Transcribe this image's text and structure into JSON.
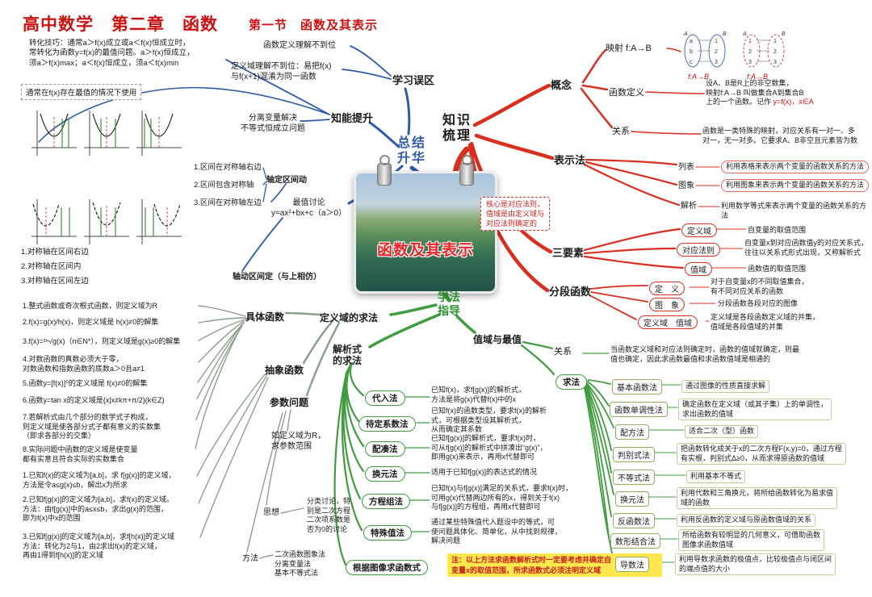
{
  "title": {
    "main": "高中数学　第二章　函数",
    "sub": "第一节　函数及其表示"
  },
  "colors": {
    "red_branch": "#d92f1f",
    "blue_branch": "#2e5ca6",
    "green_branch": "#3f9c3f",
    "note_bg": "#ffe84d",
    "title_color": "#cc1111"
  },
  "center": {
    "label": "函数及其表示"
  },
  "knowledge": {
    "label": "知识\n梳理",
    "concept": {
      "label": "概念",
      "mapping": {
        "label": "映射 f:A→B",
        "setA": "A",
        "setB": "B",
        "left_elems": [
          "a",
          "b",
          "c"
        ],
        "right_elems": [
          "1",
          "2",
          "3"
        ],
        "caption1": "f:A→B",
        "caption2": "f:A→B"
      },
      "definition": {
        "label": "函数定义",
        "text": "设A、B是R上的非空数集，\n映射f:A→B 叫做集合A到集合B\n上的一个函数。记作 ",
        "formula": "y=f(x)，x∈A"
      },
      "relation": {
        "label": "关系",
        "text": "函数是一类特殊的映射，对应关系有一对一、多\n对一，无一对多。它要求A、B非空且元素皆为数"
      }
    },
    "representation": {
      "label": "表示法",
      "items": [
        {
          "label": "列表",
          "text": "利用表格来表示两个变量的函数关系的方法"
        },
        {
          "label": "图象",
          "text": "利用图象来表示两个变量的函数关系的方法"
        },
        {
          "label": "解析",
          "text": "利用数学等式来表示两个变量的函数关系的方法"
        }
      ]
    },
    "core_note": "核心是对应法则，\n值域是由定义域与\n对应法则确定的",
    "three_elements": {
      "label": "三要素",
      "items": [
        {
          "label": "定义域",
          "text": "自变量的取值范围"
        },
        {
          "label": "对应法则",
          "text": "自变量x到对应函数值y的对应关系式，\n往往以关系式形式出现，又称解析式"
        },
        {
          "label": "值域",
          "text": "函数值的取值范围"
        }
      ]
    },
    "piecewise": {
      "label": "分段函数",
      "items": [
        {
          "label": "定　义",
          "text": "对于自变量x的不同取值集合，\n有不同对应关系的函数"
        },
        {
          "label": "图　象",
          "text": "分段函数各段对应的图像"
        },
        {
          "label": "定义域　值域",
          "text": "定义域是各段函数定义域的并集，\n值域是各段值域的并集"
        }
      ]
    }
  },
  "summary": {
    "label": "总结\n升华",
    "pitfalls": {
      "label": "学习误区",
      "item1": "函数定义理解不到位",
      "item2": "定义域理解不到位：易把f(x)\n与f(x+1)混淆为同一函数"
    },
    "ability": {
      "label": "知能提升",
      "separate": "分离变量解决\n不等式恒成立问题",
      "tip": "转化技巧：通常a＞f(x)成立或a＜f(x)恒成立时，\n常转化为函数y=f(x)的最值问题。a＞f(x)恒成立，\n须a＞f(x)max；a＜f(x)恒成立，须a＜f(x)min",
      "tip_note": "通常在f(x)存在最值的情况下使用"
    },
    "extremum": {
      "label": "最值讨论\ny=ax²+bx+c（a＞0）",
      "fixed_axis": {
        "label": "轴定区间动",
        "cases": [
          "1.区间在对称轴右边",
          "2.区间包含对称轴",
          "3.区间在对称轴左边"
        ]
      },
      "moving_axis": {
        "label": "轴动区间定（与上相仿）",
        "cases": [
          "1.对称轴在区间右边",
          "2.对称轴在区间内",
          "3.对称轴在区间左边"
        ]
      }
    }
  },
  "guide": {
    "label": "学法\n指导",
    "domain": {
      "label": "定义域的求法",
      "concrete": {
        "label": "具体函数",
        "items": [
          "1.整式函数或奇次根式函数，则定义域为R",
          "2.f(x)=g(x)/h(x)，则定义域是 h(x)≠0的解集",
          "3.f(x)=²ⁿ√g(x)（n∈N*），则定义域是g(x)≥0的解集",
          "4.对数函数的真数必须大于零，\n对数函数和指数函数的底数a＞0且a≠1",
          "5.函数y=[f(x)]⁰的定义域是 f(x)≠0的解集",
          "6.函数y=tan x的定义域是{x|x≠kπ+π/2}(k∈Z)",
          "7.若解析式由几个部分的数学式子构成，\n则定义域是使各部分式子都有意义的实数集\n（即求各部分的交集）",
          "8.实际问题中函数的定义域是使变量\n都有实意且符合实际的实数集合"
        ]
      },
      "abstract": {
        "label": "抽象函数",
        "items": [
          "1.已知f(x)的定义域为[a,b]，求 f[g(x)]的定义域，\n方法是令a≤g(x)≤b，解出x为所求",
          "2.已知f[g(x)]的定义域为[a,b]，求f(x)的定义域。\n方法：由f[g(x)]中的a≤x≤b，求出g(x)的范围，\n即为f(x)中x的范围",
          "3.已知f[g(x)]的定义域为[a,b]，求f[h(x)]的定义域\n方法：转化为2与1，由2求出f(x)的定义域，\n再由1得到f[h(x)]的定义域"
        ]
      },
      "parameter": {
        "label": "参数问题",
        "text": "如定义域为R，\n求参数范围",
        "thought_label": "思想",
        "thought": "分类讨论，特\n别是二次方程\n二次项系数是\n否为0的讨论",
        "method_label": "方法",
        "methods": "二次函数图象法\n分离变量法\n基本不等式法"
      }
    },
    "analytic": {
      "label": "解析式\n的求法",
      "methods": [
        {
          "label": "代入法",
          "text": "已知f(x)，求f[g(x)]的解析式，\n方法是将g(x)代替f(x)中的x"
        },
        {
          "label": "待定系数法",
          "text": "已知f(x)的函数类型，要求f(x)的解析\n式，可根据类型设其解析式，\n从而确定其系数"
        },
        {
          "label": "配凑法",
          "text": "已知f[g(x)]的解析式，要求f(x)时，\n可从f[g(x)]的解析式中拼凑出“g(x)”，\n即用g(x)来表示，再用x代替即可"
        },
        {
          "label": "换元法",
          "text": "适用于已知f[g(x)]的表达式的情况"
        },
        {
          "label": "方程组法",
          "text": "已知f(x)与f[g(x)]满足的关系式，要求f(x)时，\n可用g(x)代替两边所有的x，得到关于f(x)\n与f[g(x)]的方程组，再用x代替即可"
        },
        {
          "label": "特殊值法",
          "text": "通过某些特殊值代入题设中的等式，可\n使问题具体化、简单化，从中找到规律，\n解决问题"
        },
        {
          "label": "根据图像求函数式",
          "text": ""
        }
      ],
      "note": "注：以上方法求函数解析式时一定要考虑并确定自\n变量x的取值范围，所求函数式必须注明定义域"
    },
    "range": {
      "label": "值域与最值",
      "relation": {
        "label": "关系",
        "text": "当函数定义域和对应法则确定时，函数的值域就确定，则最\n值也确定，因此求函数最值和求函数值域是相通的"
      },
      "methods_label": "求法",
      "methods": [
        {
          "label": "基本函数法",
          "text": "通过图像的性质直接求解"
        },
        {
          "label": "函数单调性法",
          "text": "确定函数在定义域（或其子集）上的单调性，\n求出函数的值域"
        },
        {
          "label": "配方法",
          "text": "适合二次（型）函数"
        },
        {
          "label": "判别式法",
          "text": "把函数转化成关于x的二次方程F(x,y)=0，通过方程\n有实根，判别式Δ≥0，从而求得原函数的值域"
        },
        {
          "label": "不等式法",
          "text": "利用基本不等式"
        },
        {
          "label": "换元法",
          "text": "利用代数和三角换元，将所给函数转化为易求值\n域的函数"
        },
        {
          "label": "反函数法",
          "text": "利用反函数的定义域与原函数值域的关系"
        },
        {
          "label": "数形结合法",
          "text": "所给函数有较明显的几何意义，可借助函数\n图像求函数值域"
        },
        {
          "label": "导数法",
          "text": "利用导数求函数的极值点，比较极值点与闭区间\n的端点值的大小"
        }
      ]
    }
  }
}
